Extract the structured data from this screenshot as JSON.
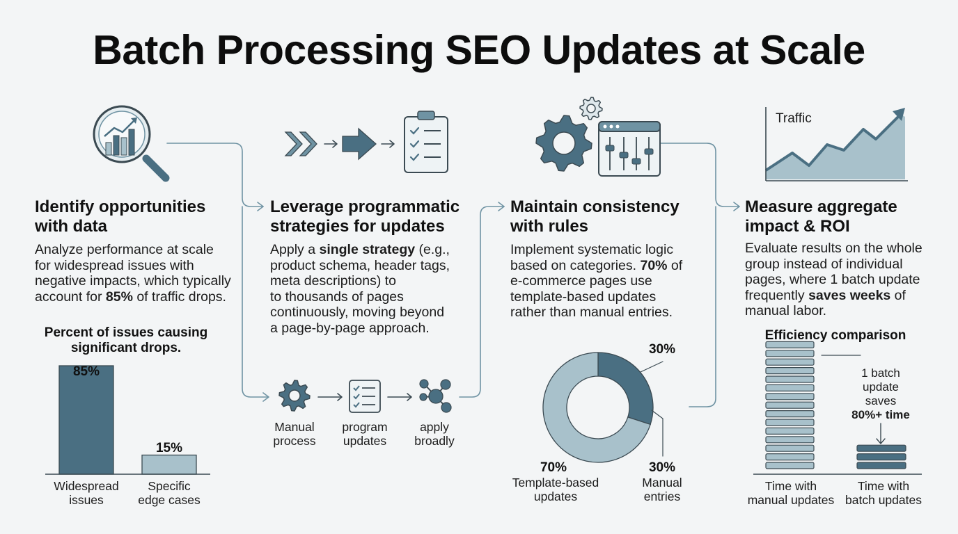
{
  "title": "Batch Processing SEO Updates at Scale",
  "colors": {
    "dark": "#4a6f82",
    "medium": "#6f93a3",
    "light": "#a8c1cb",
    "pale": "#cfdde2",
    "outline": "#3b4a52"
  },
  "steps": [
    {
      "heading": [
        "Identify opportunities",
        "with data"
      ],
      "body": [
        [
          {
            "t": "Analyze performance at scale"
          }
        ],
        [
          {
            "t": "for widespread issues with"
          }
        ],
        [
          {
            "t": "negative impacts, which typically"
          }
        ],
        [
          {
            "t": "account for "
          },
          {
            "t": "85%",
            "b": true
          },
          {
            "t": " of traffic drops."
          }
        ]
      ],
      "icon": "magnifier-chart-icon"
    },
    {
      "heading": [
        "Leverage programmatic",
        "strategies for updates"
      ],
      "body": [
        [
          {
            "t": "Apply a "
          },
          {
            "t": "single strategy",
            "b": true
          },
          {
            "t": " (e.g.,"
          }
        ],
        [
          {
            "t": "product schema, header tags,"
          }
        ],
        [
          {
            "t": "meta descriptions) to"
          }
        ],
        [
          {
            "t": "to thousands of pages"
          }
        ],
        [
          {
            "t": "continuously, moving beyond"
          }
        ],
        [
          {
            "t": "a page-by-page approach."
          }
        ]
      ],
      "icon": "arrows-checklist-icon"
    },
    {
      "heading": [
        "Maintain consistency",
        "with rules"
      ],
      "body": [
        [
          {
            "t": "Implement systematic logic"
          }
        ],
        [
          {
            "t": "based on categories. "
          },
          {
            "t": "70%",
            "b": true
          },
          {
            "t": " of"
          }
        ],
        [
          {
            "t": "e-commerce pages use"
          }
        ],
        [
          {
            "t": "template-based updates"
          }
        ],
        [
          {
            "t": "rather than manual entries."
          }
        ]
      ],
      "icon": "gear-control-panel-icon"
    },
    {
      "heading": [
        "Measure aggregate",
        "impact & ROI"
      ],
      "body": [
        [
          {
            "t": "Evaluate results on the whole"
          }
        ],
        [
          {
            "t": "group instead of individual"
          }
        ],
        [
          {
            "t": "pages, where 1 batch update"
          }
        ],
        [
          {
            "t": "frequently "
          },
          {
            "t": "saves weeks",
            "b": true
          },
          {
            "t": " of"
          }
        ],
        [
          {
            "t": "manual labor."
          }
        ]
      ],
      "icon": "traffic-area-chart-icon"
    }
  ],
  "traffic_label": "Traffic",
  "process_flow": [
    {
      "label": [
        "Manual",
        "process"
      ],
      "icon": "gear-icon"
    },
    {
      "label": [
        "program",
        "updates"
      ],
      "icon": "checklist-icon"
    },
    {
      "label": [
        "apply",
        "broadly"
      ],
      "icon": "network-nodes-icon"
    }
  ],
  "chart_data": [
    {
      "type": "bar",
      "title": [
        "Percent of issues causing",
        "significant drops."
      ],
      "categories": [
        [
          "Widespread",
          "issues"
        ],
        [
          "Specific",
          "edge cases"
        ]
      ],
      "values": [
        85,
        15
      ],
      "value_labels": [
        "85%",
        "15%"
      ]
    },
    {
      "type": "pie",
      "labels": [
        [
          "Template-based",
          "updates"
        ],
        [
          "Manual",
          "entries"
        ]
      ],
      "values": [
        70,
        30
      ],
      "value_labels": [
        "70%",
        "30%"
      ],
      "extra_label": "30%"
    },
    {
      "type": "bar",
      "title": [
        "Efficiency comparison"
      ],
      "categories": [
        [
          "Time with",
          "manual updates"
        ],
        [
          "Time with",
          "batch updates"
        ]
      ],
      "stack_counts": [
        15,
        3
      ],
      "annotation": [
        "1 batch",
        "update",
        "saves",
        "80%+ time"
      ]
    }
  ]
}
